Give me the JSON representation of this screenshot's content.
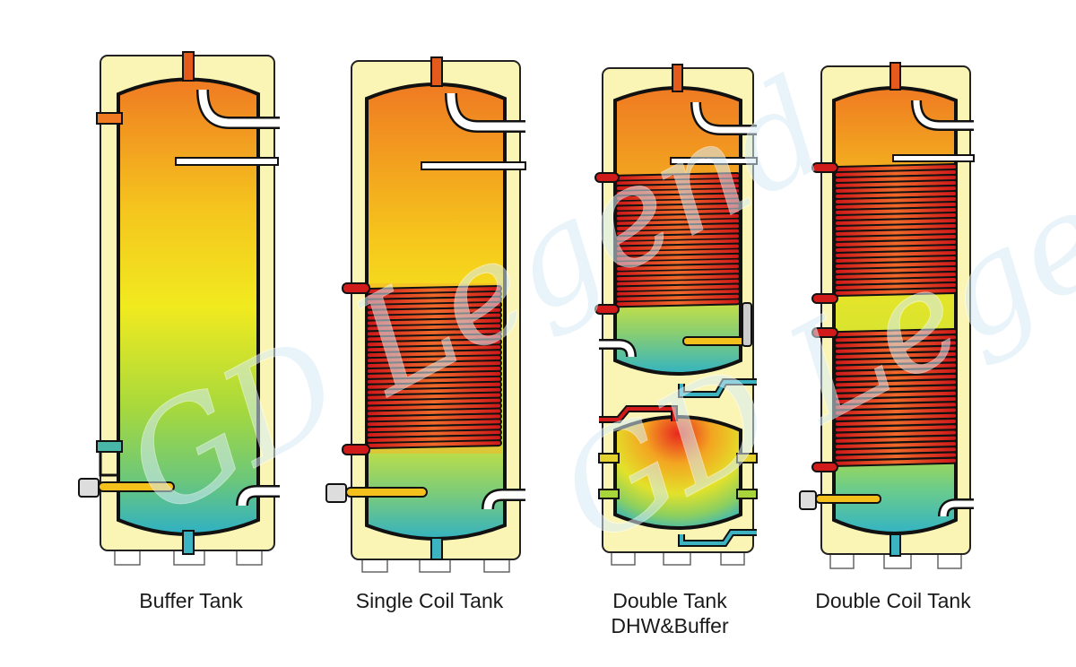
{
  "watermark": {
    "text": "GD Legend"
  },
  "tanks": [
    {
      "id": "buffer",
      "caption": "Buffer Tank"
    },
    {
      "id": "single-coil",
      "caption": "Single Coil Tank"
    },
    {
      "id": "double-tank",
      "caption": "Double Tank",
      "caption_line2": "DHW&Buffer"
    },
    {
      "id": "double-coil",
      "caption": "Double Coil Tank"
    }
  ],
  "colors": {
    "jacket": "#fbf5b5",
    "outline": "#111111",
    "hot": "#ef7d22",
    "warm": "#f6d21c",
    "mid": "#cfe52a",
    "cool": "#3bb7c0",
    "coil": "#cc1a1a",
    "pipe": "#ffffff"
  }
}
